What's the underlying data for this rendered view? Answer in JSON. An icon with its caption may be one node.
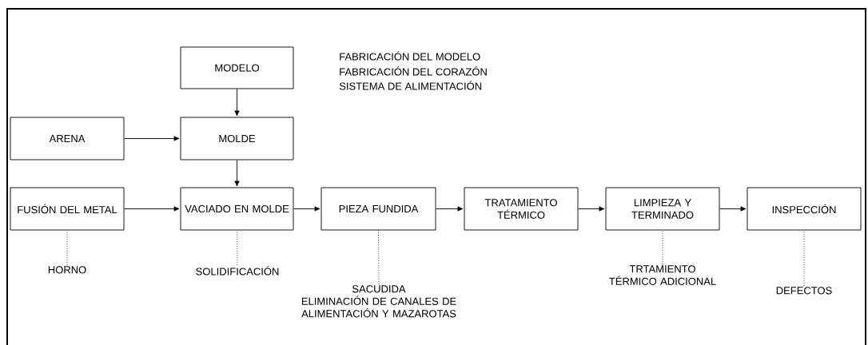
{
  "diagram": {
    "nodes": [
      {
        "text": [
          "MODELO"
        ]
      },
      {
        "text": [
          "ARENA"
        ]
      },
      {
        "text": [
          "MOLDE"
        ]
      },
      {
        "text": [
          "FUSIÓN DEL METAL"
        ]
      },
      {
        "text": [
          "VACIADO EN MOLDE"
        ]
      },
      {
        "text": [
          "PIEZA FUNDIDA"
        ]
      },
      {
        "text": [
          "TRATAMIENTO TÉRMICO"
        ]
      },
      {
        "text": [
          "LIMPIEZA Y TERMINADO"
        ]
      },
      {
        "text": [
          "INSPECCIÓN"
        ]
      },
      {
        "text": [
          "HORNO"
        ]
      },
      {
        "text": [
          "SOLIDIFICACIÓN"
        ]
      },
      {
        "text": [
          "SACUDIDA",
          "ELIMINACIÓN DE CANALES DE ALIMENTACIÓN Y MAZAROTAS"
        ]
      },
      {
        "text": [
          "TRTAMIENTO TÉRMICO ADICIONAL"
        ]
      },
      {
        "text": [
          "DEFECTOS"
        ]
      }
    ],
    "edges": [
      {
        "from": 0,
        "to": 2,
        "arrow": "to"
      },
      {
        "from": 1,
        "to": 2,
        "arrow": "to"
      },
      {
        "from": 2,
        "to": 4,
        "arrow": "to"
      },
      {
        "from": 3,
        "to": 4,
        "arrow": "to"
      },
      {
        "from": 4,
        "to": 5,
        "arrow": "to"
      },
      {
        "from": 5,
        "to": 6,
        "arrow": "to"
      },
      {
        "from": 6,
        "to": 7,
        "arrow": "to"
      },
      {
        "from": 7,
        "to": 8,
        "arrow": "to"
      },
      {
        "from": 9,
        "to": 3,
        "arrow": "none",
        "style": "dashed"
      },
      {
        "from": 10,
        "to": 4,
        "arrow": "none",
        "style": "dashed"
      },
      {
        "from": 11,
        "to": 5,
        "arrow": "none",
        "style": "dashed"
      },
      {
        "from": 12,
        "to": 7,
        "arrow": "none",
        "style": "dashed"
      },
      {
        "from": 13,
        "to": 8,
        "arrow": "none",
        "style": "dashed"
      }
    ],
    "labels": [
      "FABRICACIÓN DEL MODELO",
      "FABRICACIÓN DEL CORAZÓN",
      "SISTEMA DE ALIMENTACIÓN"
    ]
  }
}
